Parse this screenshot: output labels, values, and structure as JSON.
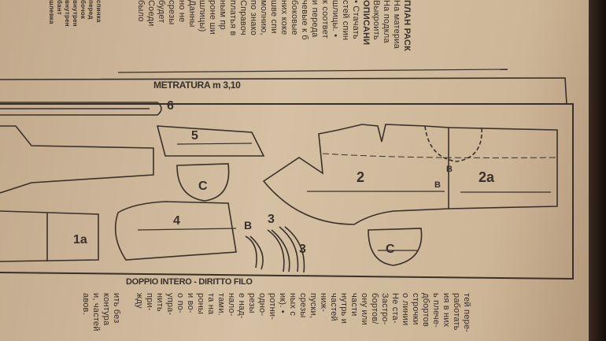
{
  "header_label": "METRATURA m 3,10",
  "footer_label": "DOPPIO INTERO - DIRITTO FILO",
  "top_text": {
    "heading1": "ПЛАН РАСК",
    "heading2": "ОПИСАНИ",
    "lines": [
      "На материа",
      "На подкла",
      "Выкроить",
      "• Стачать",
      "стей спин",
      "шлицы. •",
      "к соответ",
      "и переда",
      "чевые к б",
      "боковые",
      "них коке",
      "шве спи",
      "молнию,",
      "по знако",
      "Справоч",
      "платья в",
      "ным пр",
      "роне ши",
      "шлицы)",
      "Данны",
      "но не",
      "срезы",
      "будет",
      "Соеди",
      "было"
    ]
  },
  "top_left_text": [
    "спинка",
    "перед",
    "бочок",
    "внутрен",
    "внутрен",
    "бант",
    "шлевка"
  ],
  "bottom_text": {
    "left_lines": [
      "ить без",
      "контура",
      "и, частей",
      "авов."
    ],
    "lines": [
      "тей пере-",
      "работать",
      "ия в них",
      "ь плече-",
      "дбортов",
      "строчки",
      "о линии",
      "Не ста-",
      "Застро-",
      "бортов/",
      "ону или",
      "части",
      "нутрь и",
      "частей",
      "ниж-",
      "пуски,",
      "срезы",
      "ных с",
      "ик). •",
      "ротни-",
      "одно-",
      "резы",
      "е над-",
      "нало-",
      "тами.",
      "та на",
      "роны",
      "и во-",
      "о по-",
      "упра-",
      "нить",
      "при-",
      "жду"
    ]
  },
  "pieces": {
    "p6": "6",
    "p5": "5",
    "c1": "C",
    "p4": "4",
    "p1a": "1a",
    "b1": "B",
    "p3a": "3",
    "p3b": "3",
    "p2": "2",
    "b2": "B",
    "b3": "B",
    "p2a": "2a",
    "c2": "C"
  }
}
